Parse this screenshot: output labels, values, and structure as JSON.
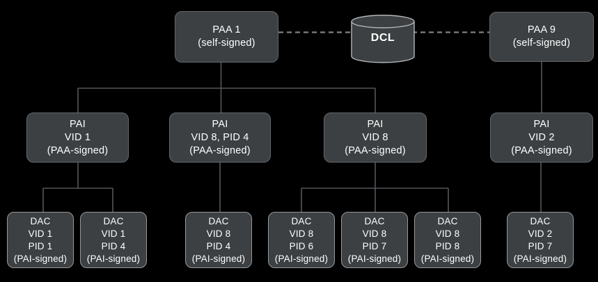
{
  "diagram": {
    "type": "certificate-hierarchy",
    "colors": {
      "background": "#000000",
      "node_fill": "#3c4043",
      "node_border": "#64686c",
      "dac_node_border": "#97999c",
      "connector_line": "#53575a",
      "dashed_line": "#7e8286",
      "text": "#ffffff"
    },
    "nodes": {
      "paa1": {
        "lines": [
          "PAA 1",
          "(self-signed)"
        ]
      },
      "dcl": {
        "label": "DCL"
      },
      "paa9": {
        "lines": [
          "PAA 9",
          "(self-signed)"
        ]
      },
      "pai1": {
        "lines": [
          "PAI",
          "VID 1",
          "(PAA-signed)"
        ]
      },
      "pai2": {
        "lines": [
          "PAI",
          "VID 8, PID 4",
          "(PAA-signed)"
        ]
      },
      "pai3": {
        "lines": [
          "PAI",
          "VID 8",
          "(PAA-signed)"
        ]
      },
      "pai4": {
        "lines": [
          "PAI",
          "VID 2",
          "(PAA-signed)"
        ]
      },
      "dac1": {
        "lines": [
          "DAC",
          "VID 1",
          "PID 1",
          "(PAI-signed)"
        ]
      },
      "dac2": {
        "lines": [
          "DAC",
          "VID 1",
          "PID 4",
          "(PAI-signed)"
        ]
      },
      "dac3": {
        "lines": [
          "DAC",
          "VID 8",
          "PID 4",
          "(PAI-signed)"
        ]
      },
      "dac4": {
        "lines": [
          "DAC",
          "VID 8",
          "PID 6",
          "(PAI-signed)"
        ]
      },
      "dac5": {
        "lines": [
          "DAC",
          "VID 8",
          "PID 7",
          "(PAI-signed)"
        ]
      },
      "dac6": {
        "lines": [
          "DAC",
          "VID 8",
          "PID 8",
          "(PAI-signed)"
        ]
      },
      "dac7": {
        "lines": [
          "DAC",
          "VID 2",
          "PID 7",
          "(PAI-signed)"
        ]
      }
    }
  }
}
